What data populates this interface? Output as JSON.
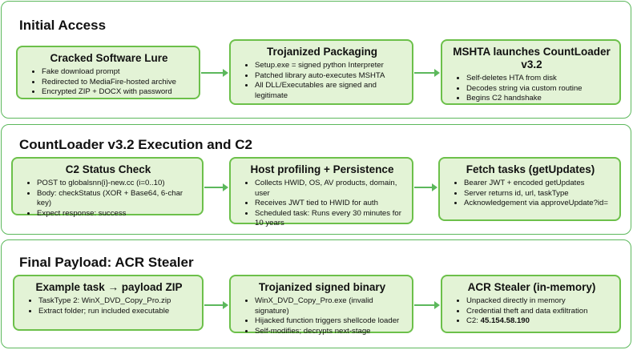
{
  "stages": [
    {
      "title": "Initial Access",
      "cards": [
        {
          "title": "Cracked Software Lure",
          "items": [
            "Fake download prompt",
            "Redirected to MediaFire-hosted archive",
            "Encrypted ZIP + DOCX with password"
          ]
        },
        {
          "title": "Trojanized Packaging",
          "items": [
            "Setup.exe = signed python Interpreter",
            "Patched library auto-executes MSHTA",
            "All DLL/Executables are signed and legitimate"
          ]
        },
        {
          "title": "MSHTA launches CountLoader v3.2",
          "items": [
            "Self-deletes HTA from disk",
            "Decodes string via custom routine",
            "Begins C2 handshake"
          ]
        }
      ]
    },
    {
      "title": "CountLoader v3.2 Execution and C2",
      "cards": [
        {
          "title": "C2 Status Check",
          "items": [
            "POST to globalsnn{i}-new.cc (i=0..10)",
            "Body: checkStatus (XOR + Base64, 6-char key)",
            "Expect response: success"
          ]
        },
        {
          "title": "Host profiling + Persistence",
          "items": [
            "Collects HWID, OS, AV products, domain, user",
            "Receives JWT tied to HWID for auth",
            "Scheduled task: Runs every 30 minutes for 10 years"
          ]
        },
        {
          "title": "Fetch tasks (getUpdates)",
          "items": [
            "Bearer JWT + encoded getUpdates",
            "Server returns id, url, taskType",
            "Acknowledgement via approveUpdate?id="
          ]
        }
      ]
    },
    {
      "title": "Final Payload: ACR Stealer",
      "cards": [
        {
          "title": "Example task → payload ZIP",
          "items": [
            "TaskType 2: WinX_DVD_Copy_Pro.zip",
            "Extract folder; run included executable"
          ]
        },
        {
          "title": "Trojanized signed binary",
          "items": [
            "WinX_DVD_Copy_Pro.exe (invalid signature)",
            "Hijacked function triggers shellcode loader",
            "Self-modifies; decrypts next-stage"
          ]
        },
        {
          "title": "ACR Stealer (in-memory)",
          "items": [
            "Unpacked directly in memory",
            "Credential theft and data exfiltration"
          ],
          "c2_label": "C2:",
          "c2_value": "45.154.58.190"
        }
      ]
    }
  ],
  "colors": {
    "card_fill": "#e3f3d6",
    "card_border": "#6cc04a",
    "stage_border": "#5cb85c"
  }
}
